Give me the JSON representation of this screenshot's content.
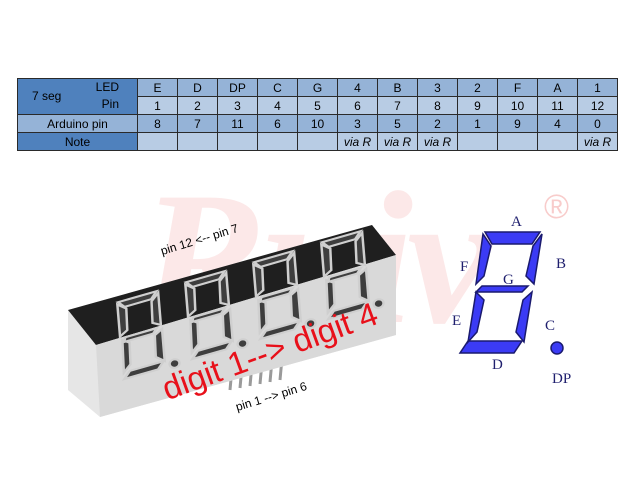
{
  "table": {
    "header": {
      "main": "7 seg",
      "led_label": "LED",
      "pin_label": "Pin",
      "arduino_label": "Arduino pin",
      "note_label": "Note"
    },
    "columns": [
      {
        "led": "E",
        "pin": "1",
        "arduino": "8",
        "note": ""
      },
      {
        "led": "D",
        "pin": "2",
        "arduino": "7",
        "note": ""
      },
      {
        "led": "DP",
        "pin": "3",
        "arduino": "11",
        "note": ""
      },
      {
        "led": "C",
        "pin": "4",
        "arduino": "6",
        "note": ""
      },
      {
        "led": "G",
        "pin": "5",
        "arduino": "10",
        "note": ""
      },
      {
        "led": "4",
        "pin": "6",
        "arduino": "3",
        "note": "via R"
      },
      {
        "led": "B",
        "pin": "7",
        "arduino": "5",
        "note": "via R"
      },
      {
        "led": "3",
        "pin": "8",
        "arduino": "2",
        "note": "via R"
      },
      {
        "led": "2",
        "pin": "9",
        "arduino": "1",
        "note": ""
      },
      {
        "led": "F",
        "pin": "10",
        "arduino": "9",
        "note": ""
      },
      {
        "led": "A",
        "pin": "11",
        "arduino": "4",
        "note": ""
      },
      {
        "led": "1",
        "pin": "12",
        "arduino": "0",
        "note": "via R"
      }
    ]
  },
  "watermark": {
    "text": "Ruiv",
    "symbol": "®"
  },
  "module": {
    "digits": 4,
    "label_top": "pin 12 <-- pin 7",
    "label_bottom": "pin 1  --> pin 6",
    "label_digits": "digit 1--> digit 4"
  },
  "segment_diagram": {
    "labels": {
      "a": "A",
      "b": "B",
      "c": "C",
      "d": "D",
      "e": "E",
      "f": "F",
      "g": "G",
      "dp": "DP"
    },
    "color": "#3b3bf5",
    "outline": "#1a1a6e"
  },
  "colors": {
    "header": "#4f81bd",
    "row_dark": "#95b3d7",
    "row_light": "#b8cce4",
    "digit_label": "#e8101a"
  }
}
